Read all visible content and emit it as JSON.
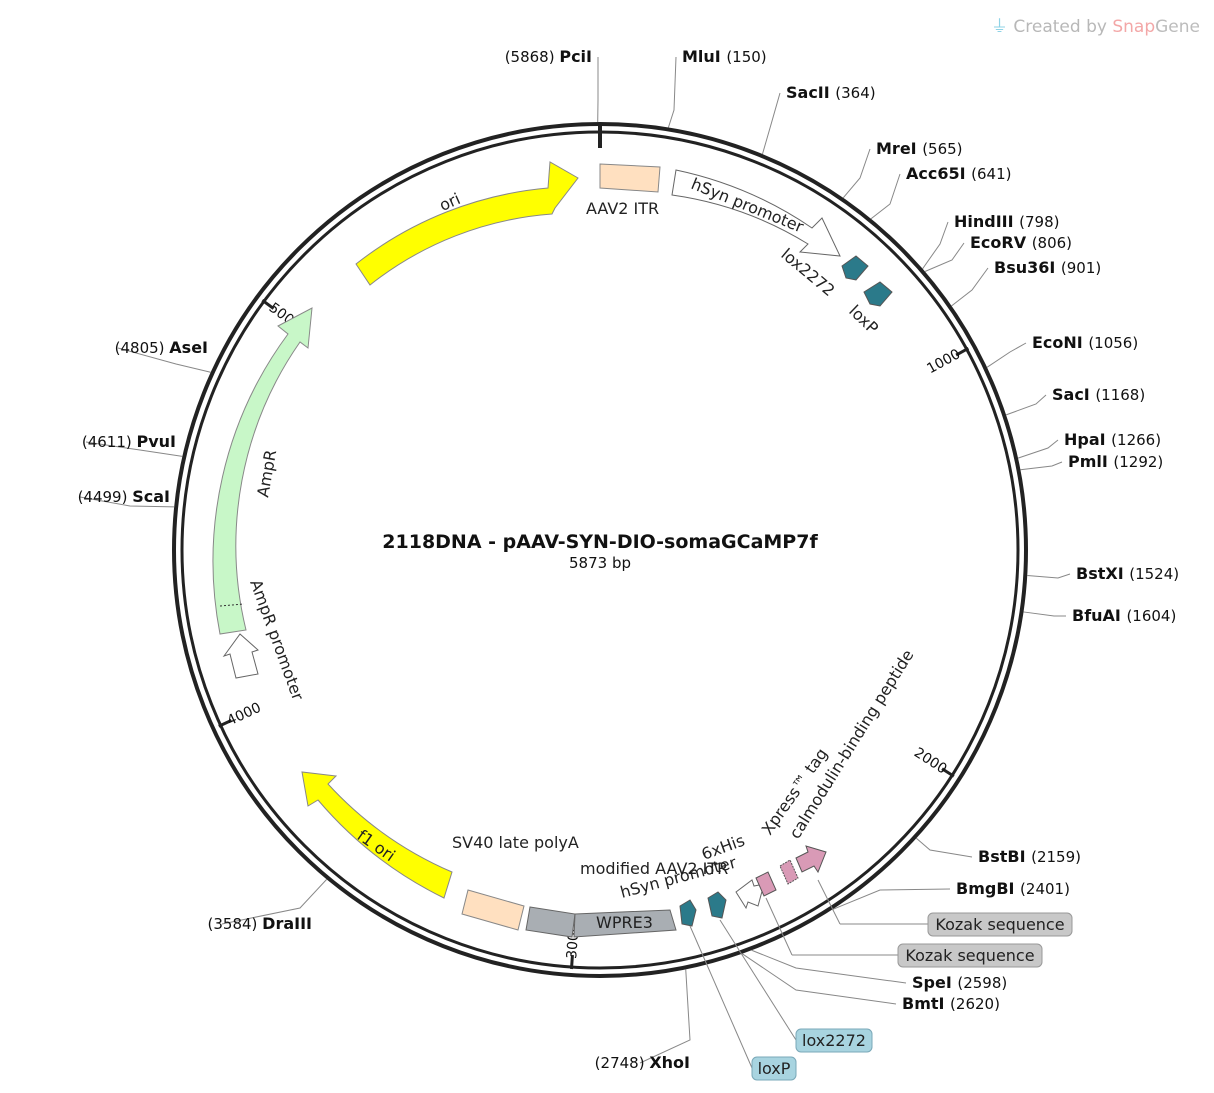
{
  "watermark": {
    "prefix": "Created by ",
    "brand_a": "Snap",
    "brand_b": "Gene"
  },
  "plasmid": {
    "name": "2118DNA - pAAV-SYN-DIO-somaGCaMP7f",
    "size_label": "5873 bp",
    "length": 5873
  },
  "ticks": [
    {
      "pos": 1000,
      "label": "1000"
    },
    {
      "pos": 2000,
      "label": "2000"
    },
    {
      "pos": 3000,
      "label": "3000"
    },
    {
      "pos": 4000,
      "label": "4000"
    },
    {
      "pos": 5000,
      "label": "5000"
    }
  ],
  "sites": [
    {
      "name": "PciI",
      "pos": "(5868)",
      "bp": 5868
    },
    {
      "name": "MluI",
      "pos": "(150)",
      "bp": 150
    },
    {
      "name": "SacII",
      "pos": "(364)",
      "bp": 364
    },
    {
      "name": "MreI",
      "pos": "(565)",
      "bp": 565
    },
    {
      "name": "Acc65I",
      "pos": "(641)",
      "bp": 641
    },
    {
      "name": "HindIII",
      "pos": "(798)",
      "bp": 798
    },
    {
      "name": "EcoRV",
      "pos": "(806)",
      "bp": 806
    },
    {
      "name": "Bsu36I",
      "pos": "(901)",
      "bp": 901
    },
    {
      "name": "EcoNI",
      "pos": "(1056)",
      "bp": 1056
    },
    {
      "name": "SacI",
      "pos": "(1168)",
      "bp": 1168
    },
    {
      "name": "HpaI",
      "pos": "(1266)",
      "bp": 1266
    },
    {
      "name": "PmlI",
      "pos": "(1292)",
      "bp": 1292
    },
    {
      "name": "BstXI",
      "pos": "(1524)",
      "bp": 1524
    },
    {
      "name": "BfuAI",
      "pos": "(1604)",
      "bp": 1604
    },
    {
      "name": "BstBI",
      "pos": "(2159)",
      "bp": 2159
    },
    {
      "name": "BmgBI",
      "pos": "(2401)",
      "bp": 2401
    },
    {
      "name": "SpeI",
      "pos": "(2598)",
      "bp": 2598
    },
    {
      "name": "BmtI",
      "pos": "(2620)",
      "bp": 2620
    },
    {
      "name": "XhoI",
      "pos": "(2748)",
      "bp": 2748
    },
    {
      "name": "DraIII",
      "pos": "(3584)",
      "bp": 3584
    },
    {
      "name": "ScaI",
      "pos": "(4499)",
      "bp": 4499
    },
    {
      "name": "PvuI",
      "pos": "(4611)",
      "bp": 4611
    },
    {
      "name": "AseI",
      "pos": "(4805)",
      "bp": 4805
    }
  ],
  "features": [
    {
      "name": "ori",
      "color": "#ffff00"
    },
    {
      "name": "AAV2 ITR",
      "color": "#ffe0c0"
    },
    {
      "name": "hSyn promoter",
      "color": "#ffffff"
    },
    {
      "name": "lox2272",
      "color": "#2b7a8a"
    },
    {
      "name": "loxP",
      "color": "#2b7a8a"
    },
    {
      "name": "AmpR",
      "color": "#c8f7c8"
    },
    {
      "name": "AmpR promoter",
      "color": "#ffffff"
    },
    {
      "name": "f1 ori",
      "color": "#ffff00"
    },
    {
      "name": "SV40 late polyA",
      "color": "#a9aeb3"
    },
    {
      "name": "modified AAV2 ITR",
      "color": "#ffe0c0"
    },
    {
      "name": "WPRE3",
      "color": "#a9aeb3"
    },
    {
      "name": "6xHis",
      "color": "#d99ab6"
    },
    {
      "name": "Xpress™ tag",
      "color": "#d99ab6"
    },
    {
      "name": "calmodulin-binding peptide",
      "color": "#d99ab6"
    }
  ],
  "callouts": [
    {
      "name": "Kozak sequence",
      "color": "#c8c8c8"
    },
    {
      "name": "Kozak sequence",
      "color": "#c8c8c8"
    },
    {
      "name": "lox2272",
      "color": "#a8d4e0"
    },
    {
      "name": "loxP",
      "color": "#a8d4e0"
    }
  ]
}
